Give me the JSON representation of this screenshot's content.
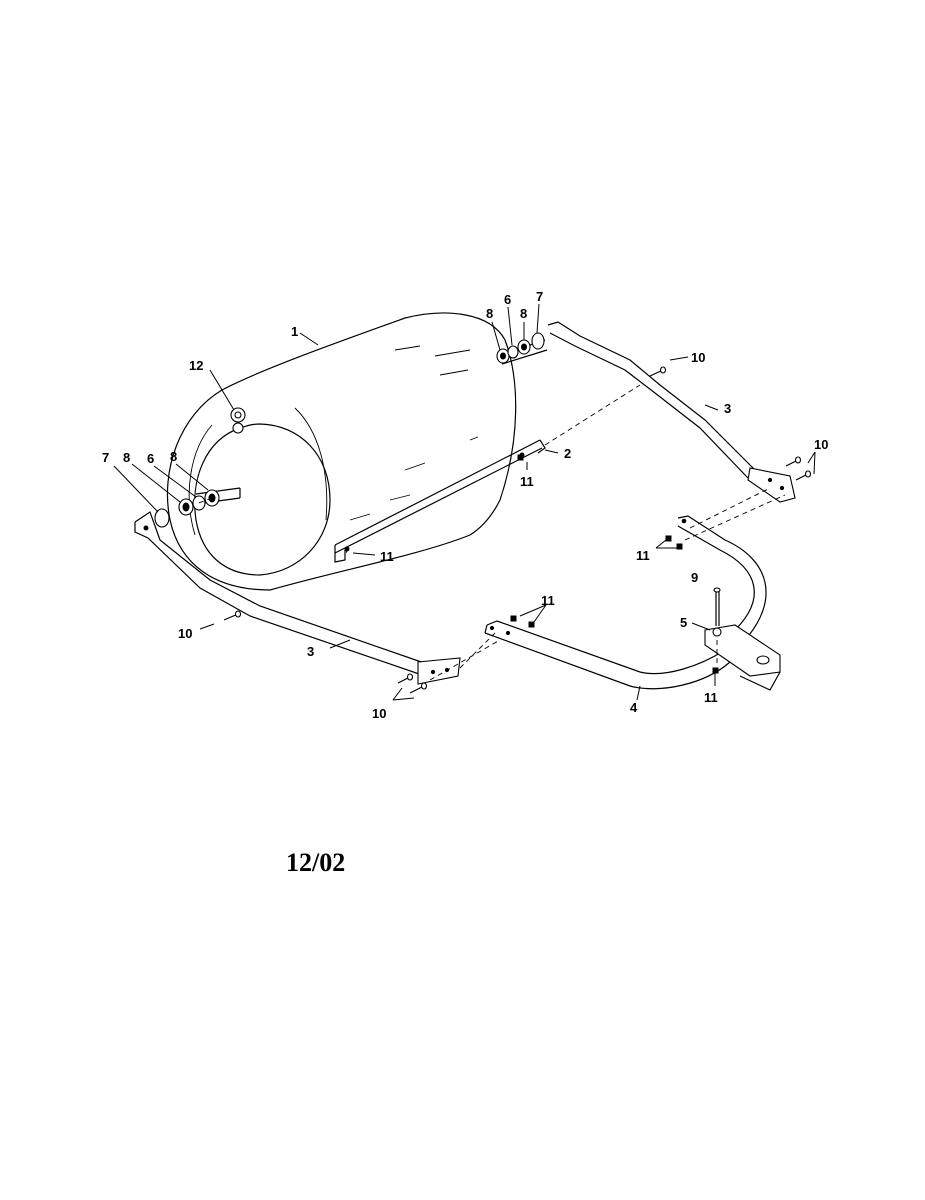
{
  "diagram": {
    "callouts": [
      "1",
      "2",
      "3",
      "3",
      "4",
      "5",
      "6",
      "6",
      "7",
      "7",
      "8",
      "8",
      "8",
      "8",
      "9",
      "10",
      "10",
      "10",
      "10",
      "11",
      "11",
      "11",
      "11",
      "11",
      "12"
    ],
    "date_code": "12/02"
  }
}
